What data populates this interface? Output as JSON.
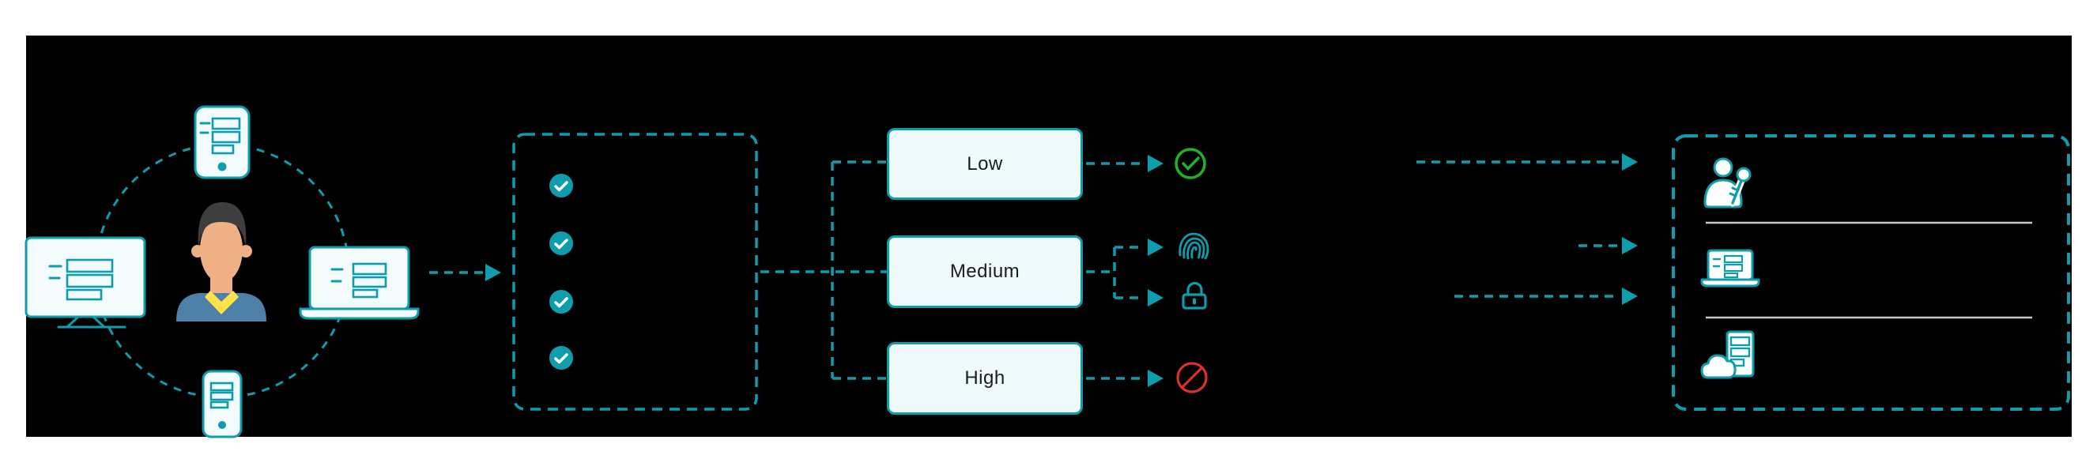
{
  "colors": {
    "page_bg": "#ffffff",
    "canvas_bg": "#000000",
    "teal": "#0d9dac",
    "device_fill": "#f3fbfd",
    "box_fill": "#eefafb",
    "text_dark": "#1c1c1c",
    "green": "#23b223",
    "red": "#dc3128",
    "separator_gray": "#c9c9c9",
    "avatar_skin": "#f0b086",
    "avatar_hair": "#3e3e3e",
    "avatar_shirt": "#4d81a9",
    "avatar_collar": "#ffe24a"
  },
  "left_cluster": {
    "icons": [
      "mobile-phone-top",
      "desktop-monitor",
      "person-avatar",
      "laptop",
      "mobile-phone-bottom"
    ],
    "ring": "dashed-circle"
  },
  "verification_panel": {
    "checkmark_count": 4,
    "checkmark_icon": "check-circle-filled"
  },
  "risk_levels": [
    {
      "label": "Low"
    },
    {
      "label": "Medium"
    },
    {
      "label": "High"
    }
  ],
  "outcome_icons": [
    "check-circle-green",
    "fingerprint",
    "padlock",
    "blocked-red"
  ],
  "resource_panel": {
    "item_icons": [
      "user-with-key",
      "laptop-apps",
      "cloud-server"
    ],
    "separator_count": 2
  }
}
